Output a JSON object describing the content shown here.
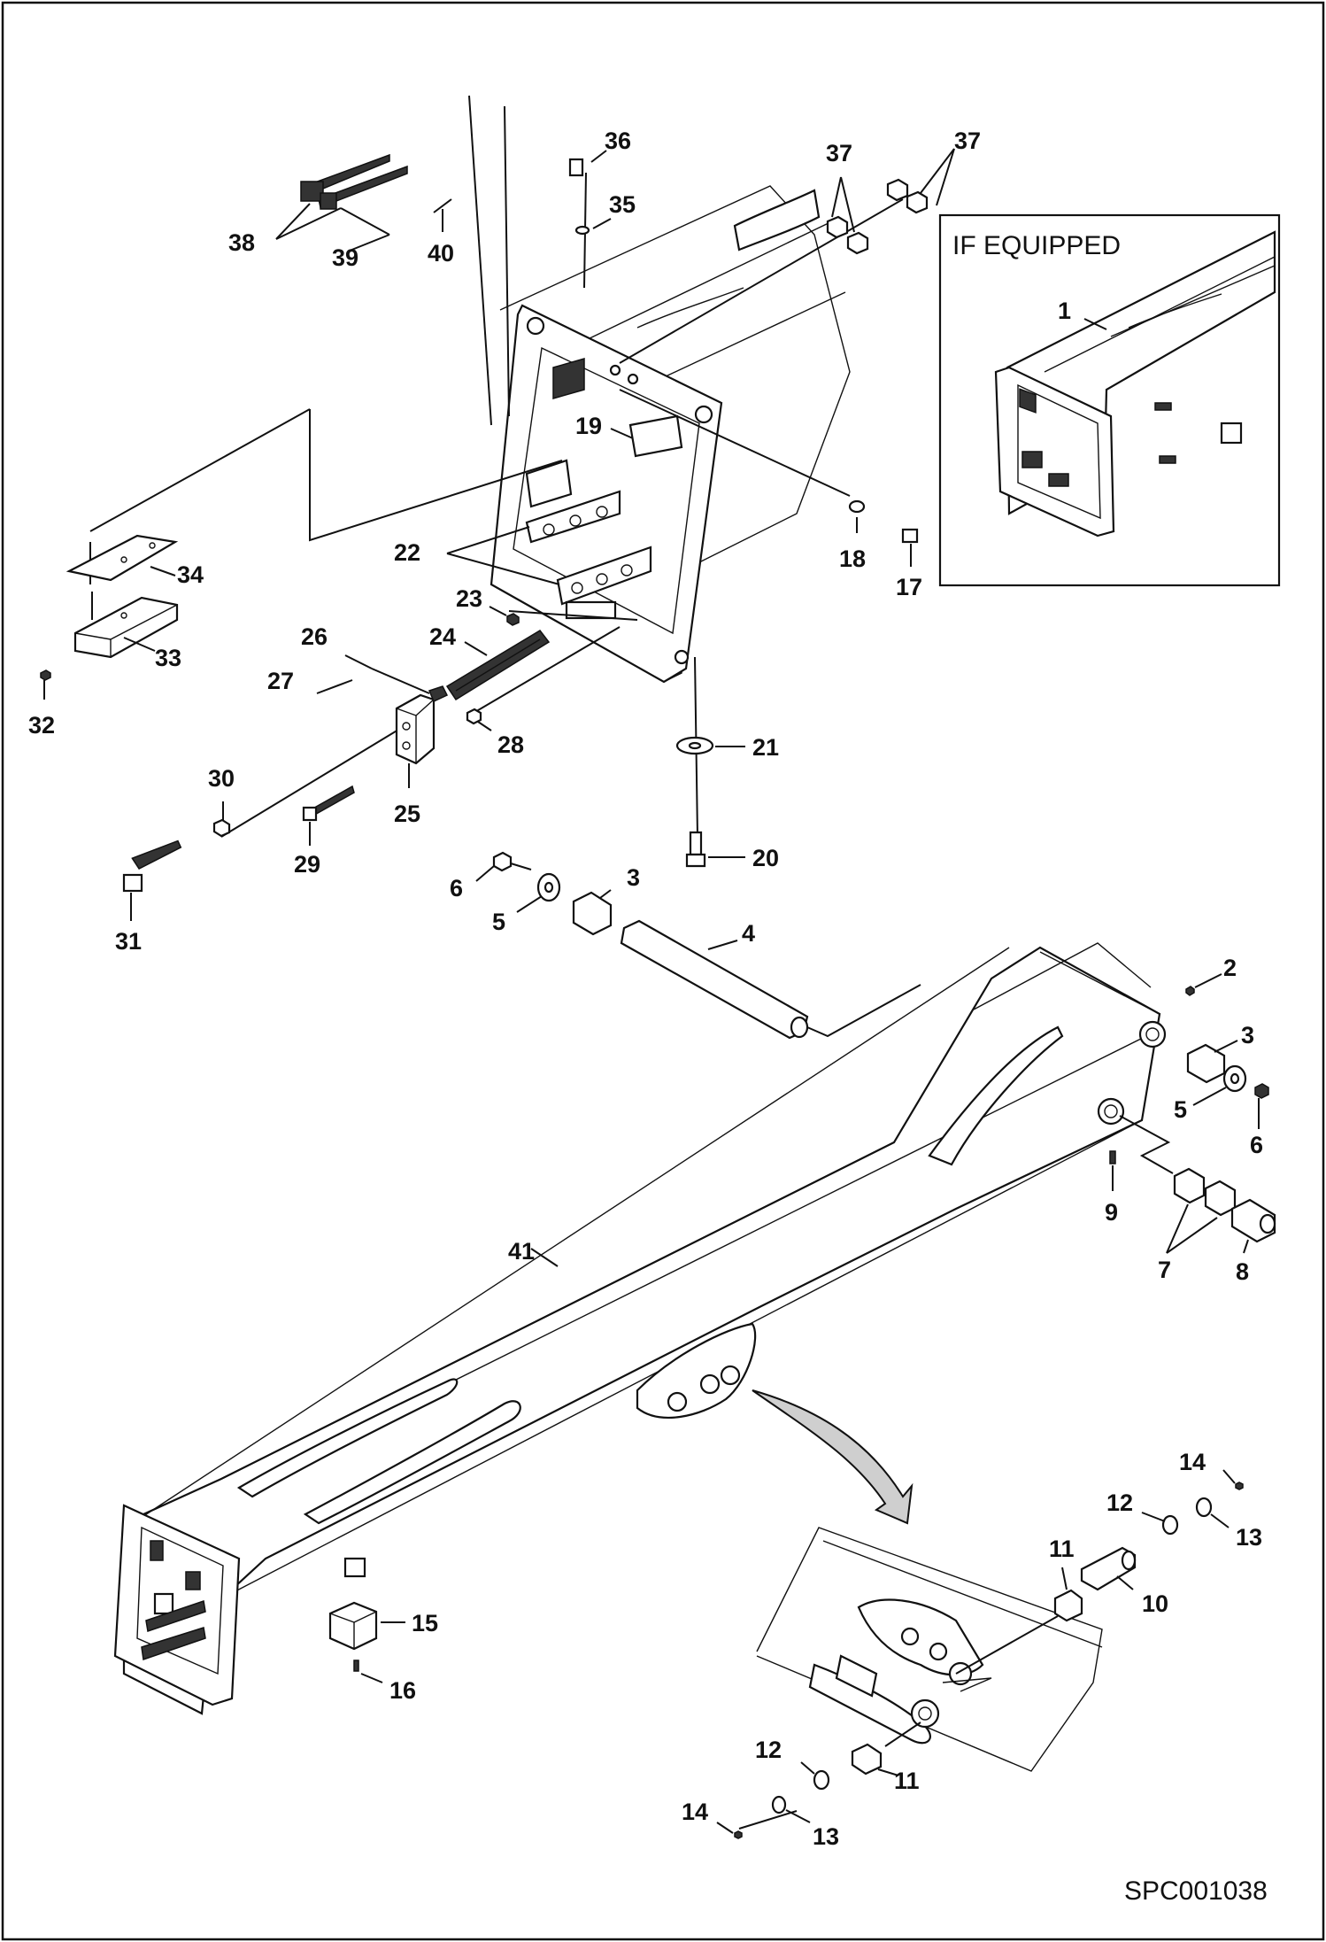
{
  "diagram": {
    "inset_title": "IF EQUIPPED",
    "drawing_code": "SPC001038",
    "callouts": [
      {
        "id": "c36",
        "text": "36"
      },
      {
        "id": "c35",
        "text": "35"
      },
      {
        "id": "c37a",
        "text": "37"
      },
      {
        "id": "c37b",
        "text": "37"
      },
      {
        "id": "c38",
        "text": "38"
      },
      {
        "id": "c39",
        "text": "39"
      },
      {
        "id": "c40",
        "text": "40"
      },
      {
        "id": "c1",
        "text": "1"
      },
      {
        "id": "c19",
        "text": "19"
      },
      {
        "id": "c34",
        "text": "34"
      },
      {
        "id": "c33",
        "text": "33"
      },
      {
        "id": "c32",
        "text": "32"
      },
      {
        "id": "c22",
        "text": "22"
      },
      {
        "id": "c23",
        "text": "23"
      },
      {
        "id": "c24",
        "text": "24"
      },
      {
        "id": "c26",
        "text": "26"
      },
      {
        "id": "c27",
        "text": "27"
      },
      {
        "id": "c18",
        "text": "18"
      },
      {
        "id": "c17",
        "text": "17"
      },
      {
        "id": "c28",
        "text": "28"
      },
      {
        "id": "c21",
        "text": "21"
      },
      {
        "id": "c30",
        "text": "30"
      },
      {
        "id": "c25",
        "text": "25"
      },
      {
        "id": "c29",
        "text": "29"
      },
      {
        "id": "c20",
        "text": "20"
      },
      {
        "id": "c31",
        "text": "31"
      },
      {
        "id": "c6a",
        "text": "6"
      },
      {
        "id": "c5a",
        "text": "5"
      },
      {
        "id": "c3a",
        "text": "3"
      },
      {
        "id": "c4",
        "text": "4"
      },
      {
        "id": "c2",
        "text": "2"
      },
      {
        "id": "c3b",
        "text": "3"
      },
      {
        "id": "c5b",
        "text": "5"
      },
      {
        "id": "c6b",
        "text": "6"
      },
      {
        "id": "c9",
        "text": "9"
      },
      {
        "id": "c7",
        "text": "7"
      },
      {
        "id": "c8",
        "text": "8"
      },
      {
        "id": "c41",
        "text": "41"
      },
      {
        "id": "c14a",
        "text": "14"
      },
      {
        "id": "c12a",
        "text": "12"
      },
      {
        "id": "c13a",
        "text": "13"
      },
      {
        "id": "c11a",
        "text": "11"
      },
      {
        "id": "c10",
        "text": "10"
      },
      {
        "id": "c15",
        "text": "15"
      },
      {
        "id": "c16",
        "text": "16"
      },
      {
        "id": "c12b",
        "text": "12"
      },
      {
        "id": "c11b",
        "text": "11"
      },
      {
        "id": "c14b",
        "text": "14"
      },
      {
        "id": "c13b",
        "text": "13"
      }
    ]
  }
}
